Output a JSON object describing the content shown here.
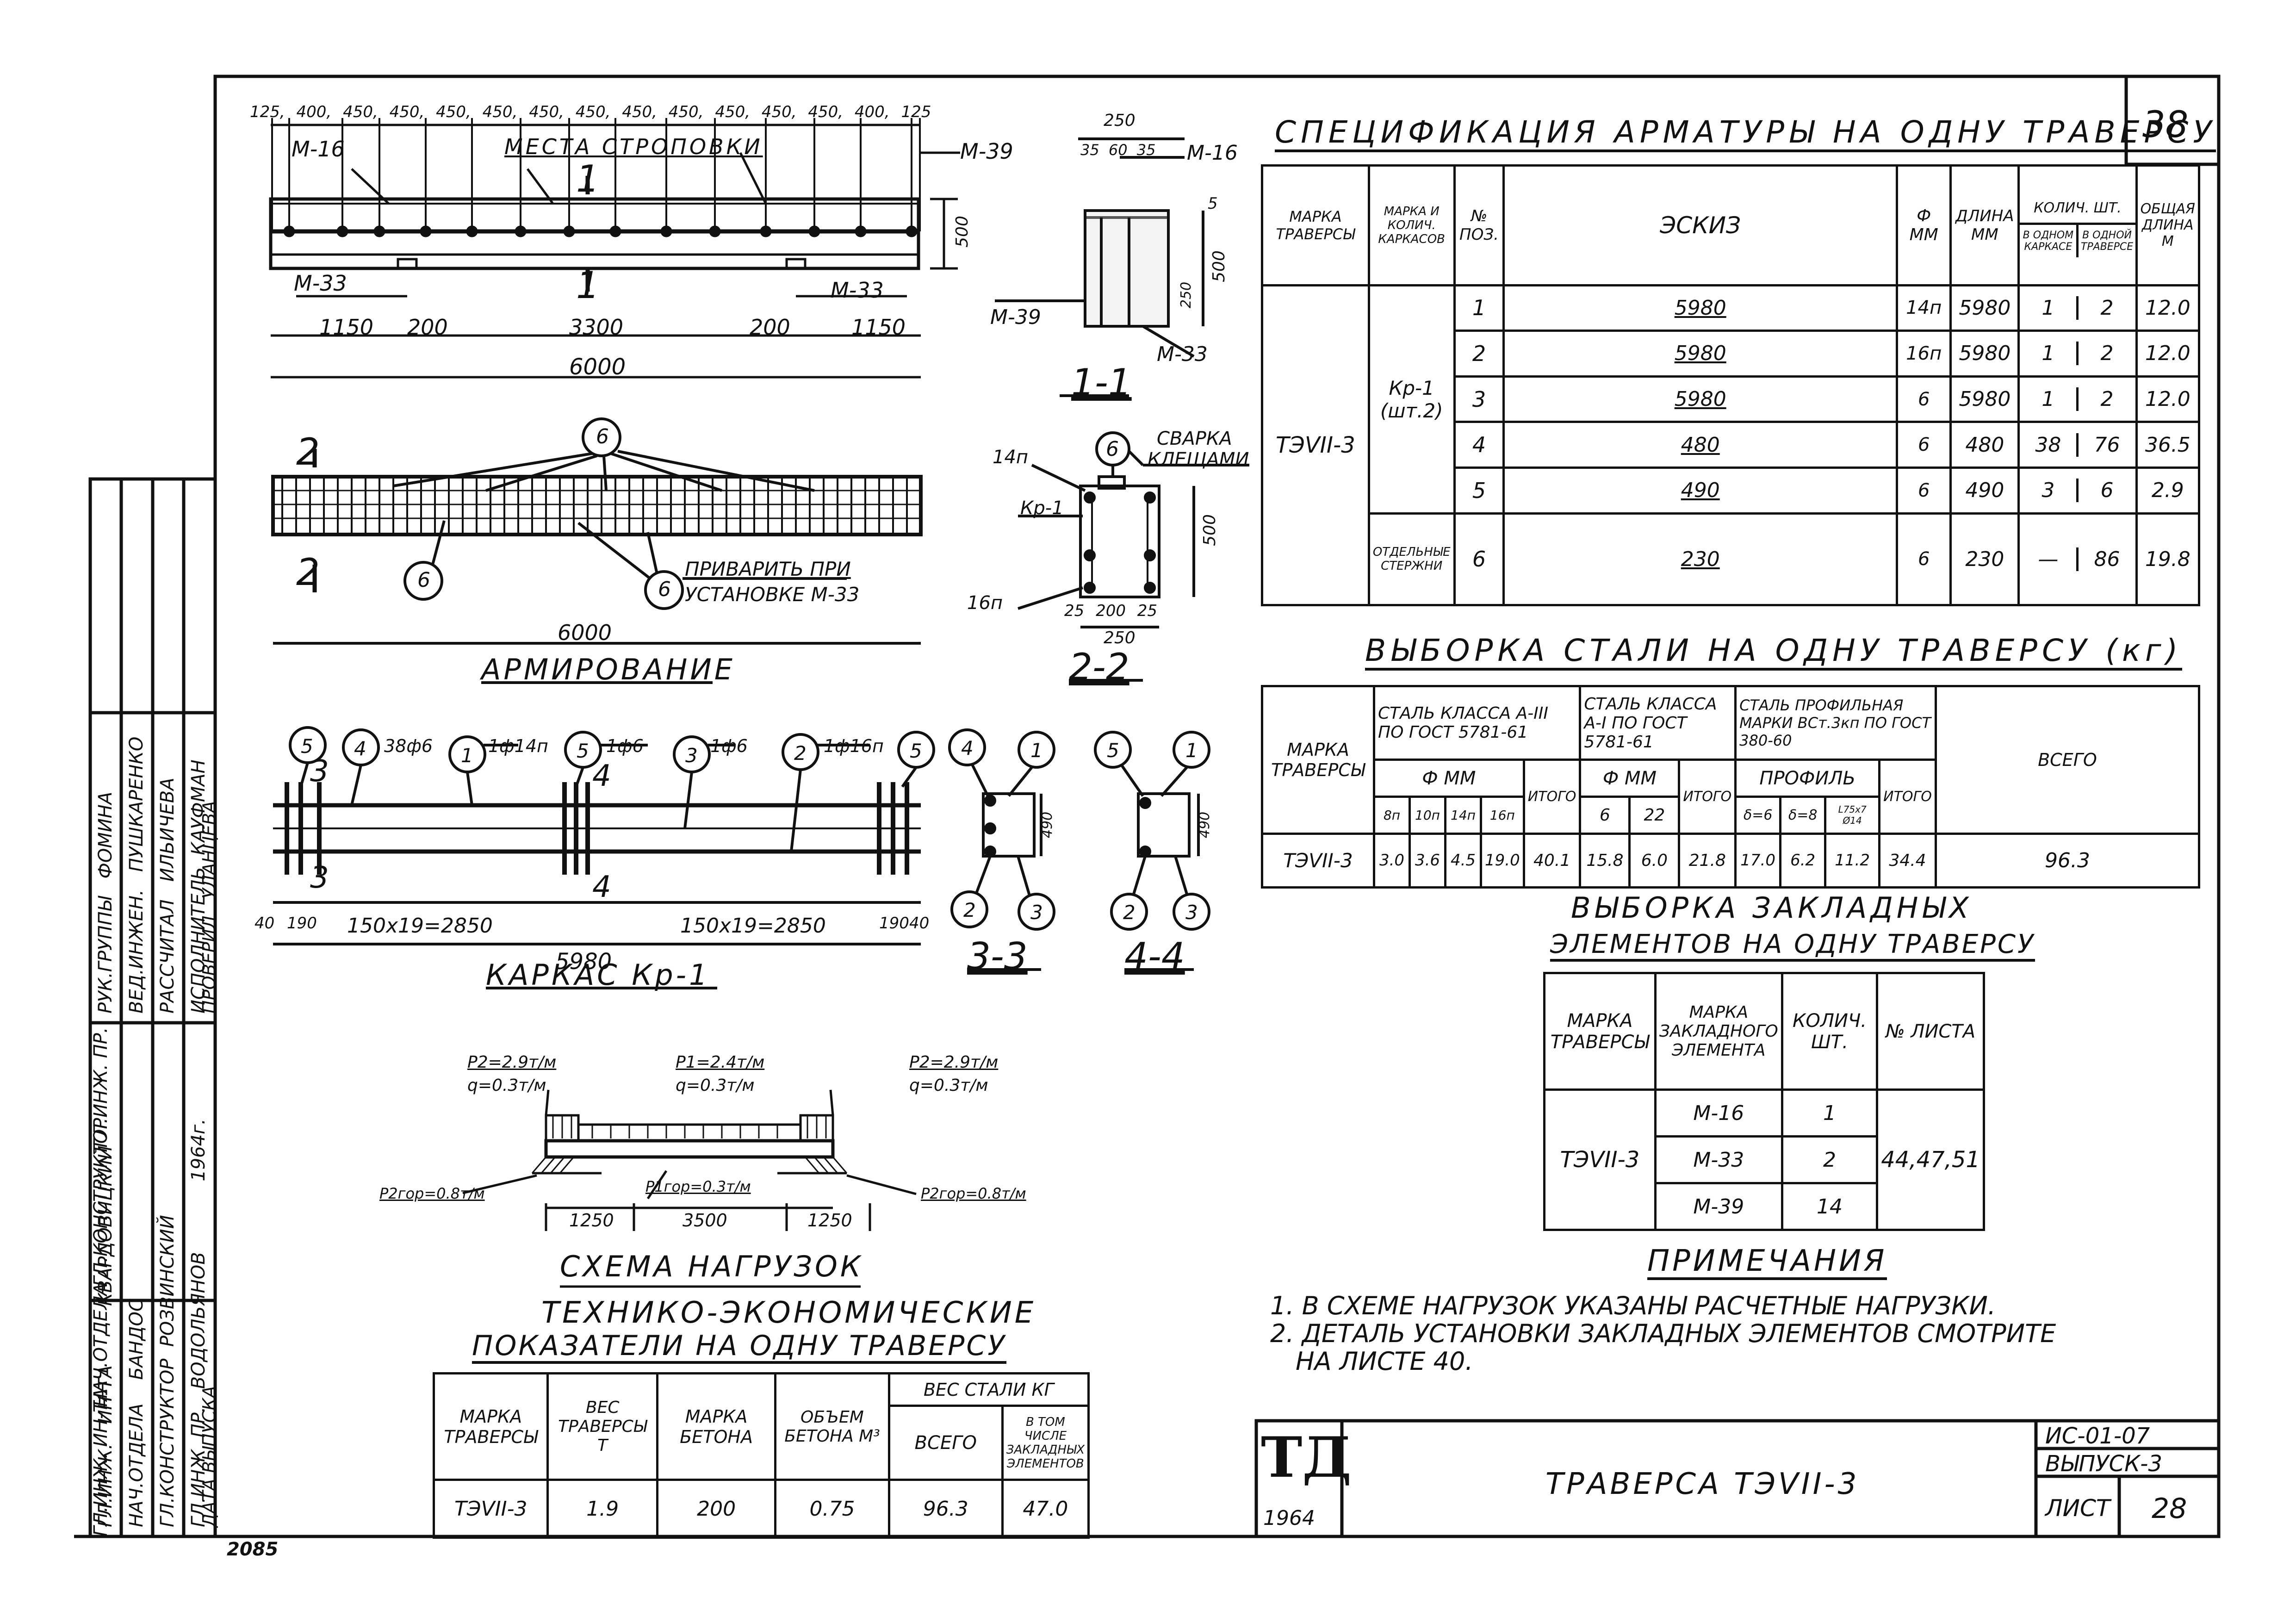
{
  "sheet_number_top": "38",
  "stamp_initials": "2085",
  "plan": {
    "spacings": [
      "125",
      "400",
      "450",
      "450",
      "450",
      "450",
      "450",
      "450",
      "450",
      "450",
      "450",
      "450",
      "450",
      "400",
      "125"
    ],
    "label_m16": "М-16",
    "label_strop": "МЕСТА СТРОПОВКИ",
    "label_m39": "М-39",
    "label_m33a": "М-33",
    "label_m33b": "М-33",
    "section_1": "1",
    "dim_1150a": "1150",
    "dim_200a": "200",
    "dim_3300": "3300",
    "dim_200b": "200",
    "dim_1150b": "1150",
    "dim_6000": "6000",
    "dim_500": "500"
  },
  "sec11": {
    "top": "250",
    "parts": "35 60 35",
    "m16": "М-16",
    "m39": "М-39",
    "m33": "М-33",
    "d5": "5",
    "d500": "500",
    "d250": "250",
    "title": "1-1"
  },
  "armirovanie": {
    "title": "АРМИРОВАНИЕ",
    "dim": "6000",
    "sec2": "2",
    "pos6": "6",
    "note_weld": "ПРИВАРИТЬ ПРИ",
    "note_weld2": "УСТАНОВКЕ М-33"
  },
  "sec22": {
    "title": "2-2",
    "n14": "14п",
    "kr1": "Кр-1",
    "n16": "16п",
    "pos": "6",
    "svarka1": "СВАРКА",
    "svarka2": "КЛЕЩАМИ",
    "d500": "500",
    "dims": "25 200 25",
    "d250": "250"
  },
  "karkas": {
    "title": "КАРКАС Кр-1",
    "labels": [
      "5",
      "4",
      "38ф6",
      "1",
      "1ф14п",
      "5",
      "1ф6",
      "3",
      "1ф6",
      "2",
      "1ф16п",
      "5"
    ],
    "sec3": "3",
    "sec4": "4",
    "dim40a": "40",
    "dim190a": "190",
    "dim_left": "150х19=2850",
    "dim_right": "150х19=2850",
    "dim190b": "190",
    "dim40b": "40",
    "dim_total": "5980"
  },
  "sec33": {
    "title": "3-3",
    "p4": "4",
    "p1": "1",
    "p2": "2",
    "p3": "3",
    "d": "490"
  },
  "sec44": {
    "title": "4-4",
    "p5": "5",
    "p1": "1",
    "p2": "2",
    "p3": "3",
    "d": "490"
  },
  "loads": {
    "title": "СХЕМА НАГРУЗОК",
    "p2l": "Р2=2.9т/м",
    "ql": "q=0.3т/м",
    "p1": "Р1=2.4т/м",
    "qm": "q=0.3т/м",
    "p2r": "Р2=2.9т/м",
    "qr": "q=0.3т/м",
    "pgor_l": "Р2гор=0.8т/м",
    "pgor_m": "Р1гор=0.3т/м",
    "pgor_r": "Р2гор=0.8т/м",
    "d1": "1250",
    "d2": "3500",
    "d3": "1250"
  },
  "spec": {
    "title": "СПЕЦИФИКАЦИЯ АРМАТУРЫ НА ОДНУ ТРАВЕРСУ",
    "headers": {
      "marka": "МАРКА ТРАВЕРСЫ",
      "marka_karkas": "МАРКА И КОЛИЧ. КАРКАСОВ",
      "pos": "№ ПОЗ.",
      "eskiz": "ЭСКИЗ",
      "phi": "Ф ММ",
      "length": "ДЛИНА ММ",
      "qty": "КОЛИЧ. ШТ.",
      "qty_one": "В ОДНОМ КАРКАСЕ",
      "qty_trav": "В ОДНОЙ ТРАВЕРСЕ",
      "total": "ОБЩАЯ ДЛИНА М"
    },
    "traverse": "ТЭVII-3",
    "karkas": "Кр-1 (шт.2)",
    "separate": "ОТДЕЛЬНЫЕ СТЕРЖНИ",
    "rows": [
      {
        "pos": "1",
        "eskiz": "5980",
        "phi": "14п",
        "len": "5980",
        "one": "1",
        "trav": "2",
        "total": "12.0"
      },
      {
        "pos": "2",
        "eskiz": "5980",
        "phi": "16п",
        "len": "5980",
        "one": "1",
        "trav": "2",
        "total": "12.0"
      },
      {
        "pos": "3",
        "eskiz": "5980",
        "phi": "6",
        "len": "5980",
        "one": "1",
        "trav": "2",
        "total": "12.0"
      },
      {
        "pos": "4",
        "eskiz": "480",
        "phi": "6",
        "len": "480",
        "one": "38",
        "trav": "76",
        "total": "36.5"
      },
      {
        "pos": "5",
        "eskiz": "490",
        "phi": "6",
        "len": "490",
        "one": "3",
        "trav": "6",
        "total": "2.9"
      },
      {
        "pos": "6",
        "eskiz": "230",
        "phi": "6",
        "len": "230",
        "one": "—",
        "trav": "86",
        "total": "19.8"
      }
    ]
  },
  "steel": {
    "title": "ВЫБОРКА СТАЛИ НА ОДНУ ТРАВЕРСУ (кг)",
    "marka": "МАРКА ТРАВЕРСЫ",
    "a3": "СТАЛЬ КЛАССА А-III ПО ГОСТ 5781-61",
    "a1": "СТАЛЬ КЛАССА А-I ПО ГОСТ 5781-61",
    "prof": "СТАЛЬ ПРОФИЛЬНАЯ МАРКИ ВСт.3кп ПО ГОСТ 380-60",
    "vsego": "ВСЕГО",
    "phimm1": "Ф ММ",
    "phimm2": "Ф ММ",
    "profil": "ПРОФИЛЬ",
    "itogo": "ИТОГО",
    "c1": [
      "8п",
      "10п",
      "14п",
      "16п"
    ],
    "c2": [
      "6",
      "22"
    ],
    "c3": [
      "δ=6",
      "δ=8",
      "L75х7 Ø14"
    ],
    "row_mark": "ТЭVII-3",
    "v1": [
      "3.0",
      "3.6",
      "4.5",
      "19.0"
    ],
    "i1": "40.1",
    "v2": [
      "15.8",
      "6.0"
    ],
    "i2": "21.8",
    "v3": [
      "17.0",
      "6.2",
      "11.2"
    ],
    "i3": "34.4",
    "total": "96.3"
  },
  "embed": {
    "title1": "ВЫБОРКА ЗАКЛАДНЫХ",
    "title2": "ЭЛЕМЕНТОВ НА ОДНУ ТРАВЕРСУ",
    "h_marka": "МАРКА ТРАВЕРСЫ",
    "h_el": "МАРКА ЗАКЛАДНОГО ЭЛЕМЕНТА",
    "h_qty": "КОЛИЧ. ШТ.",
    "h_sheet": "№ ЛИСТА",
    "mark": "ТЭVII-3",
    "items": [
      {
        "el": "М-16",
        "qty": "1"
      },
      {
        "el": "М-33",
        "qty": "2"
      },
      {
        "el": "М-39",
        "qty": "14"
      }
    ],
    "sheets": "44,47,51"
  },
  "notes": {
    "title": "ПРИМЕЧАНИЯ",
    "n1": "1. В СХЕМЕ НАГРУЗОК УКАЗАНЫ РАСЧЕТНЫЕ НАГРУЗКИ.",
    "n2": "2. ДЕТАЛЬ УСТАНОВКИ ЗАКЛАДНЫХ ЭЛЕМЕНТОВ СМОТРИТЕ",
    "n2b": "НА ЛИСТЕ 40."
  },
  "tech": {
    "title1": "ТЕХНИКО-ЭКОНОМИЧЕСКИЕ",
    "title2": "ПОКАЗАТЕЛИ НА ОДНУ ТРАВЕРСУ",
    "h_marka": "МАРКА ТРАВЕРСЫ",
    "h_weight": "ВЕС ТРАВЕРСЫ Т",
    "h_concrete": "МАРКА БЕТОНА",
    "h_volume": "ОБЪЕМ БЕТОНА М³",
    "h_steel": "ВЕС СТАЛИ КГ",
    "h_all": "ВСЕГО",
    "h_emb": "В ТОМ ЧИСЛЕ ЗАКЛАДНЫХ ЭЛЕМЕНТОВ",
    "row": {
      "mark": "ТЭVII-3",
      "weight": "1.9",
      "concrete": "200",
      "volume": "0.75",
      "all": "96.3",
      "emb": "47.0"
    }
  },
  "titleblock": {
    "logo": "ТД",
    "year": "1964",
    "name": "ТРАВЕРСА ТЭVII-3",
    "code": "ИС-01-07",
    "issue": "ВЫПУСК-3",
    "list_label": "ЛИСТ",
    "list_no": "28"
  },
  "side": {
    "col1": [
      "ГЛ.ИНЖ. ИН-ТА",
      "НАЧ.ОТДЕЛА",
      "ГЛ.КОНСТРУКТОР",
      "ГЛ.ИНЖ. ПР.",
      "ДАТА ВЫПУСКА"
    ],
    "col2": [
      "КВАРДОВИЦКИЙ",
      "БАНДОС",
      "РОЗВИНСКИЙ",
      "ВОДОЛЬЯНОВ",
      ""
    ],
    "col3": [
      "РУК.ГРУППЫ",
      "ВЕД.ИНЖЕН.",
      "РАССЧИТАЛ",
      "ИСПОЛНИТЕЛЬ",
      "ПРОВЕРИЛ"
    ],
    "col4": [
      "ФОМИНА",
      "ПУШКАРЕНКО",
      "ИЛЬИЧЕВА",
      "КАУФМАН",
      "УЛАНЦЕВА"
    ],
    "date": "1964г."
  }
}
